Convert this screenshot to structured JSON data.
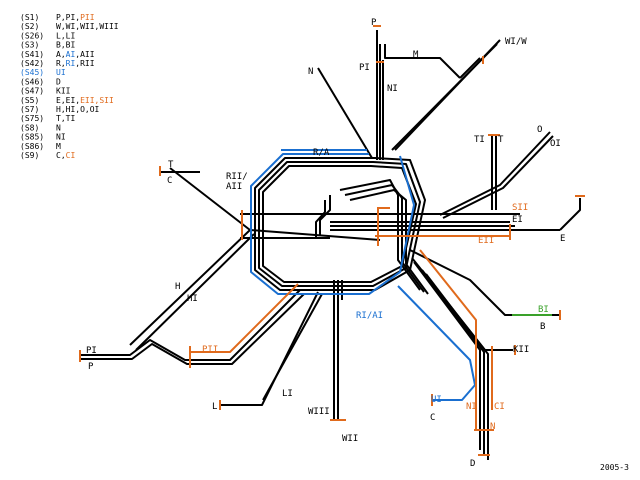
{
  "colors": {
    "black": "#000000",
    "blue": "#1a6fd0",
    "orange": "#e06a1c",
    "green": "#3aa12a"
  },
  "legend": [
    {
      "code": "(S1)",
      "parts": [
        {
          "t": "P,PI,",
          "c": "black"
        },
        {
          "t": "PII",
          "c": "orange"
        }
      ]
    },
    {
      "code": "(S2)",
      "parts": [
        {
          "t": "W,WI,WII,WIII",
          "c": "black"
        }
      ]
    },
    {
      "code": "(S26)",
      "parts": [
        {
          "t": "L,LI",
          "c": "black"
        }
      ]
    },
    {
      "code": "(S3)",
      "parts": [
        {
          "t": "B,BI",
          "c": "black"
        }
      ]
    },
    {
      "code": "(S41)",
      "parts": [
        {
          "t": "A,",
          "c": "black"
        },
        {
          "t": "AI",
          "c": "blue"
        },
        {
          "t": ",AII",
          "c": "black"
        }
      ]
    },
    {
      "code": "(S42)",
      "parts": [
        {
          "t": "R,",
          "c": "black"
        },
        {
          "t": "RI",
          "c": "blue"
        },
        {
          "t": ",RII",
          "c": "black"
        }
      ]
    },
    {
      "code": "(S45)",
      "code_color": "blue",
      "parts": [
        {
          "t": "UI",
          "c": "blue"
        }
      ]
    },
    {
      "code": "(S46)",
      "parts": [
        {
          "t": "D",
          "c": "black"
        }
      ]
    },
    {
      "code": "(S47)",
      "parts": [
        {
          "t": "KII",
          "c": "black"
        }
      ]
    },
    {
      "code": "(S5)",
      "parts": [
        {
          "t": "E,EI,",
          "c": "black"
        },
        {
          "t": "EII,SII",
          "c": "orange"
        }
      ]
    },
    {
      "code": "(S7)",
      "parts": [
        {
          "t": "H,HI,O,OI",
          "c": "black"
        }
      ]
    },
    {
      "code": "(S75)",
      "parts": [
        {
          "t": "T,TI",
          "c": "black"
        }
      ]
    },
    {
      "code": "(S8)",
      "parts": [
        {
          "t": "N",
          "c": "black"
        }
      ]
    },
    {
      "code": "(S85)",
      "parts": [
        {
          "t": "NI",
          "c": "black"
        }
      ]
    },
    {
      "code": "(S86)",
      "parts": [
        {
          "t": "M",
          "c": "black"
        }
      ]
    },
    {
      "code": "(S9)",
      "parts": [
        {
          "t": "C,",
          "c": "black"
        },
        {
          "t": "CI",
          "c": "orange"
        }
      ]
    }
  ],
  "labels": {
    "P": "P",
    "PI_top": "PI",
    "NI_top": "NI",
    "M": "M",
    "WIW": "WI/W",
    "N": "N",
    "TI": "TI",
    "T_right": "T",
    "O": "O",
    "OI": "OI",
    "T_left": "T",
    "C_left": "C",
    "RA": "R/A",
    "RII": "RII/",
    "AII": "AII",
    "SII": "SII",
    "EI": "EI",
    "EII": "EII",
    "E": "E",
    "H": "H",
    "HI": "HI",
    "PI_left": "PI",
    "P_left": "P",
    "PII": "PII",
    "RIAI": "RI/AI",
    "BI": "BI",
    "B": "B",
    "KII": "KII",
    "L": "L",
    "LI": "LI",
    "WIII": "WIII",
    "WII": "WII",
    "UI": "UI",
    "C_bottom": "C",
    "NI_bottom": "NI",
    "CI": "CI",
    "N_bottom": "N",
    "D": "D"
  },
  "footer": "2005-3"
}
